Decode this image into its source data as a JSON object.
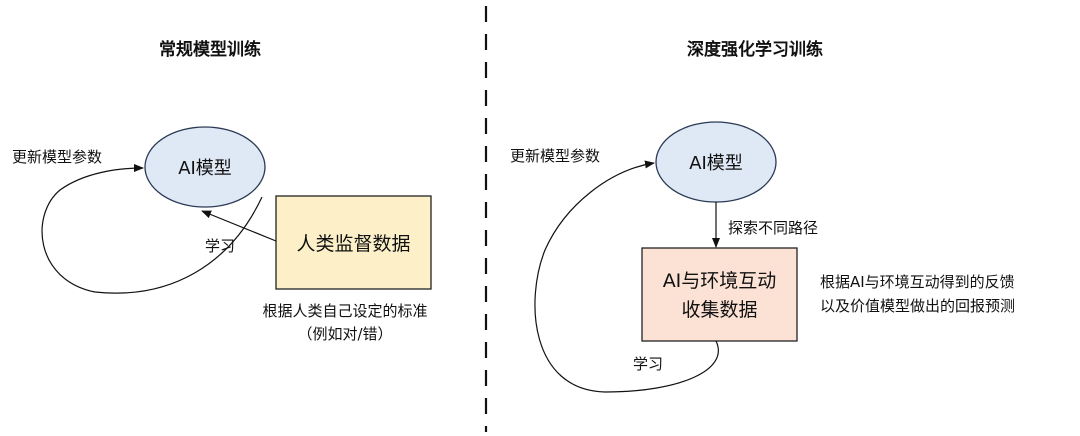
{
  "left": {
    "title": "常规模型训练",
    "model_label": "AI模型",
    "update_params_label": "更新模型参数",
    "learn_label": "学习",
    "box_label": "人类监督数据",
    "criteria_line1": "根据人类自己设定的标准",
    "criteria_line2": "（例如对/错）"
  },
  "right": {
    "title": "深度强化学习训练",
    "model_label": "AI模型",
    "update_params_label": "更新模型参数",
    "explore_label": "探索不同路径",
    "box_line1": "AI与环境互动",
    "box_line2": "收集数据",
    "learn_label": "学习",
    "feedback_line1": "根据AI与环境互动得到的反馈",
    "feedback_line2": "以及价值模型做出的回报预测"
  },
  "colors": {
    "ellipse_fill": "#dfe8f5",
    "ellipse_stroke": "#2b3a55",
    "left_box_fill": "#fdf0c9",
    "right_box_fill": "#fbe2d4",
    "box_stroke": "#222222",
    "line": "#111111"
  }
}
